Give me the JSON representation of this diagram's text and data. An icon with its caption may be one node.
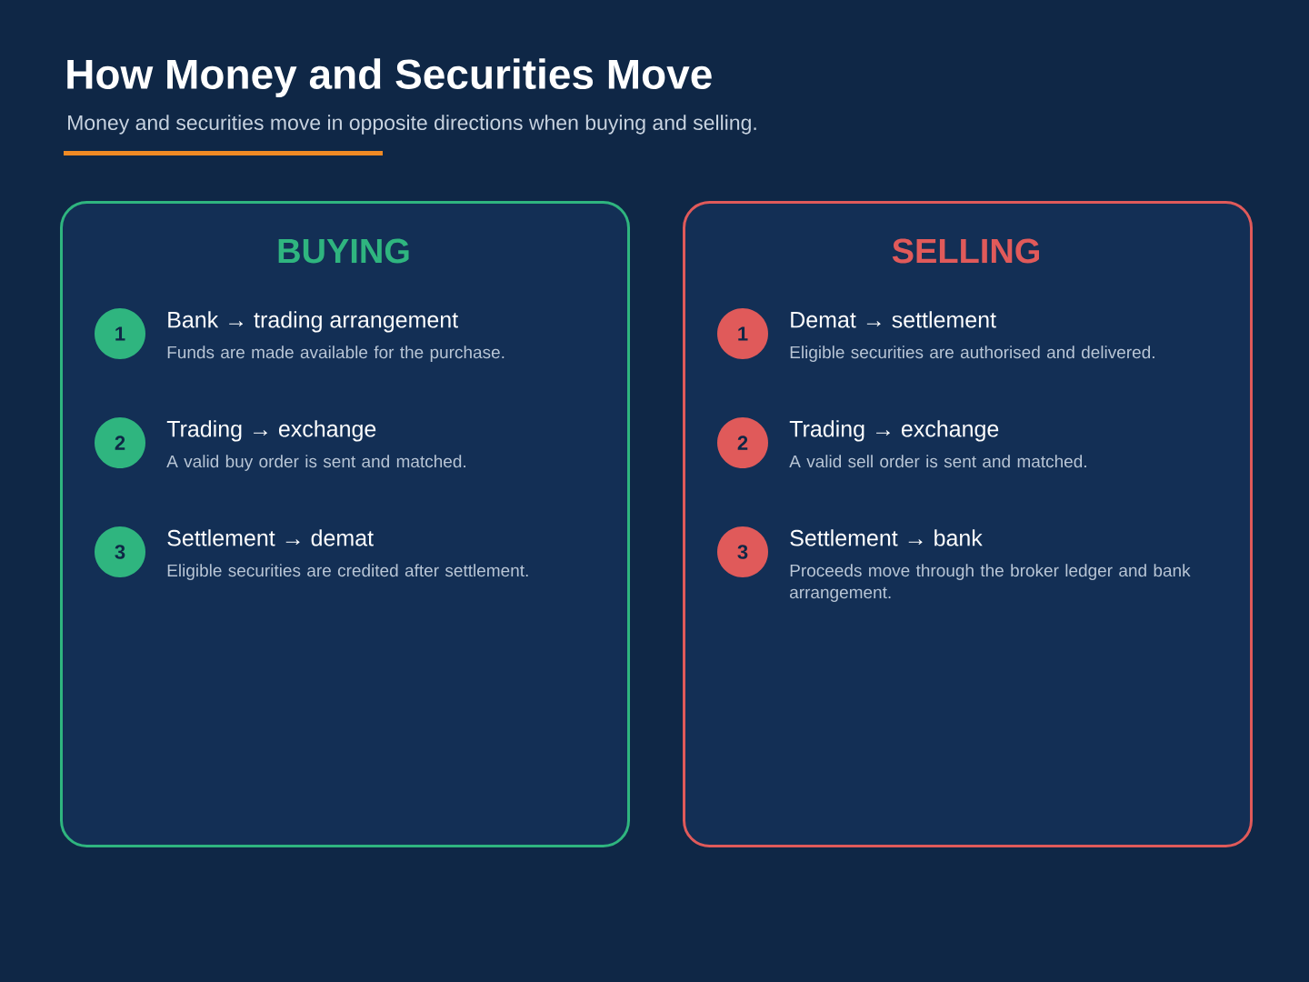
{
  "diagram": {
    "title": "How Money and Securities Move",
    "labels": [
      "Money and securities move in opposite directions when buying and selling."
    ],
    "nodes": [
      {
        "text": [
          "BUYING"
        ]
      },
      {
        "text": [
          "1"
        ],
        "in": 0,
        "beside": [
          "Bank → trading arrangement",
          "Funds are made available for the purchase."
        ]
      },
      {
        "text": [
          "2"
        ],
        "in": 0,
        "beside": [
          "Trading → exchange",
          "A valid buy order is sent and matched."
        ]
      },
      {
        "text": [
          "3"
        ],
        "in": 0,
        "beside": [
          "Settlement → demat",
          "Eligible securities are credited after settlement."
        ]
      },
      {
        "text": [
          "SELLING"
        ]
      },
      {
        "text": [
          "1"
        ],
        "in": 4,
        "beside": [
          "Demat → settlement",
          "Eligible securities are authorised and delivered."
        ]
      },
      {
        "text": [
          "2"
        ],
        "in": 4,
        "beside": [
          "Trading → exchange",
          "A valid sell order is sent and matched."
        ]
      },
      {
        "text": [
          "3"
        ],
        "in": 4,
        "beside": [
          "Settlement → bank",
          "Proceeds move through the broker ledger and bank arrangement."
        ]
      }
    ]
  }
}
